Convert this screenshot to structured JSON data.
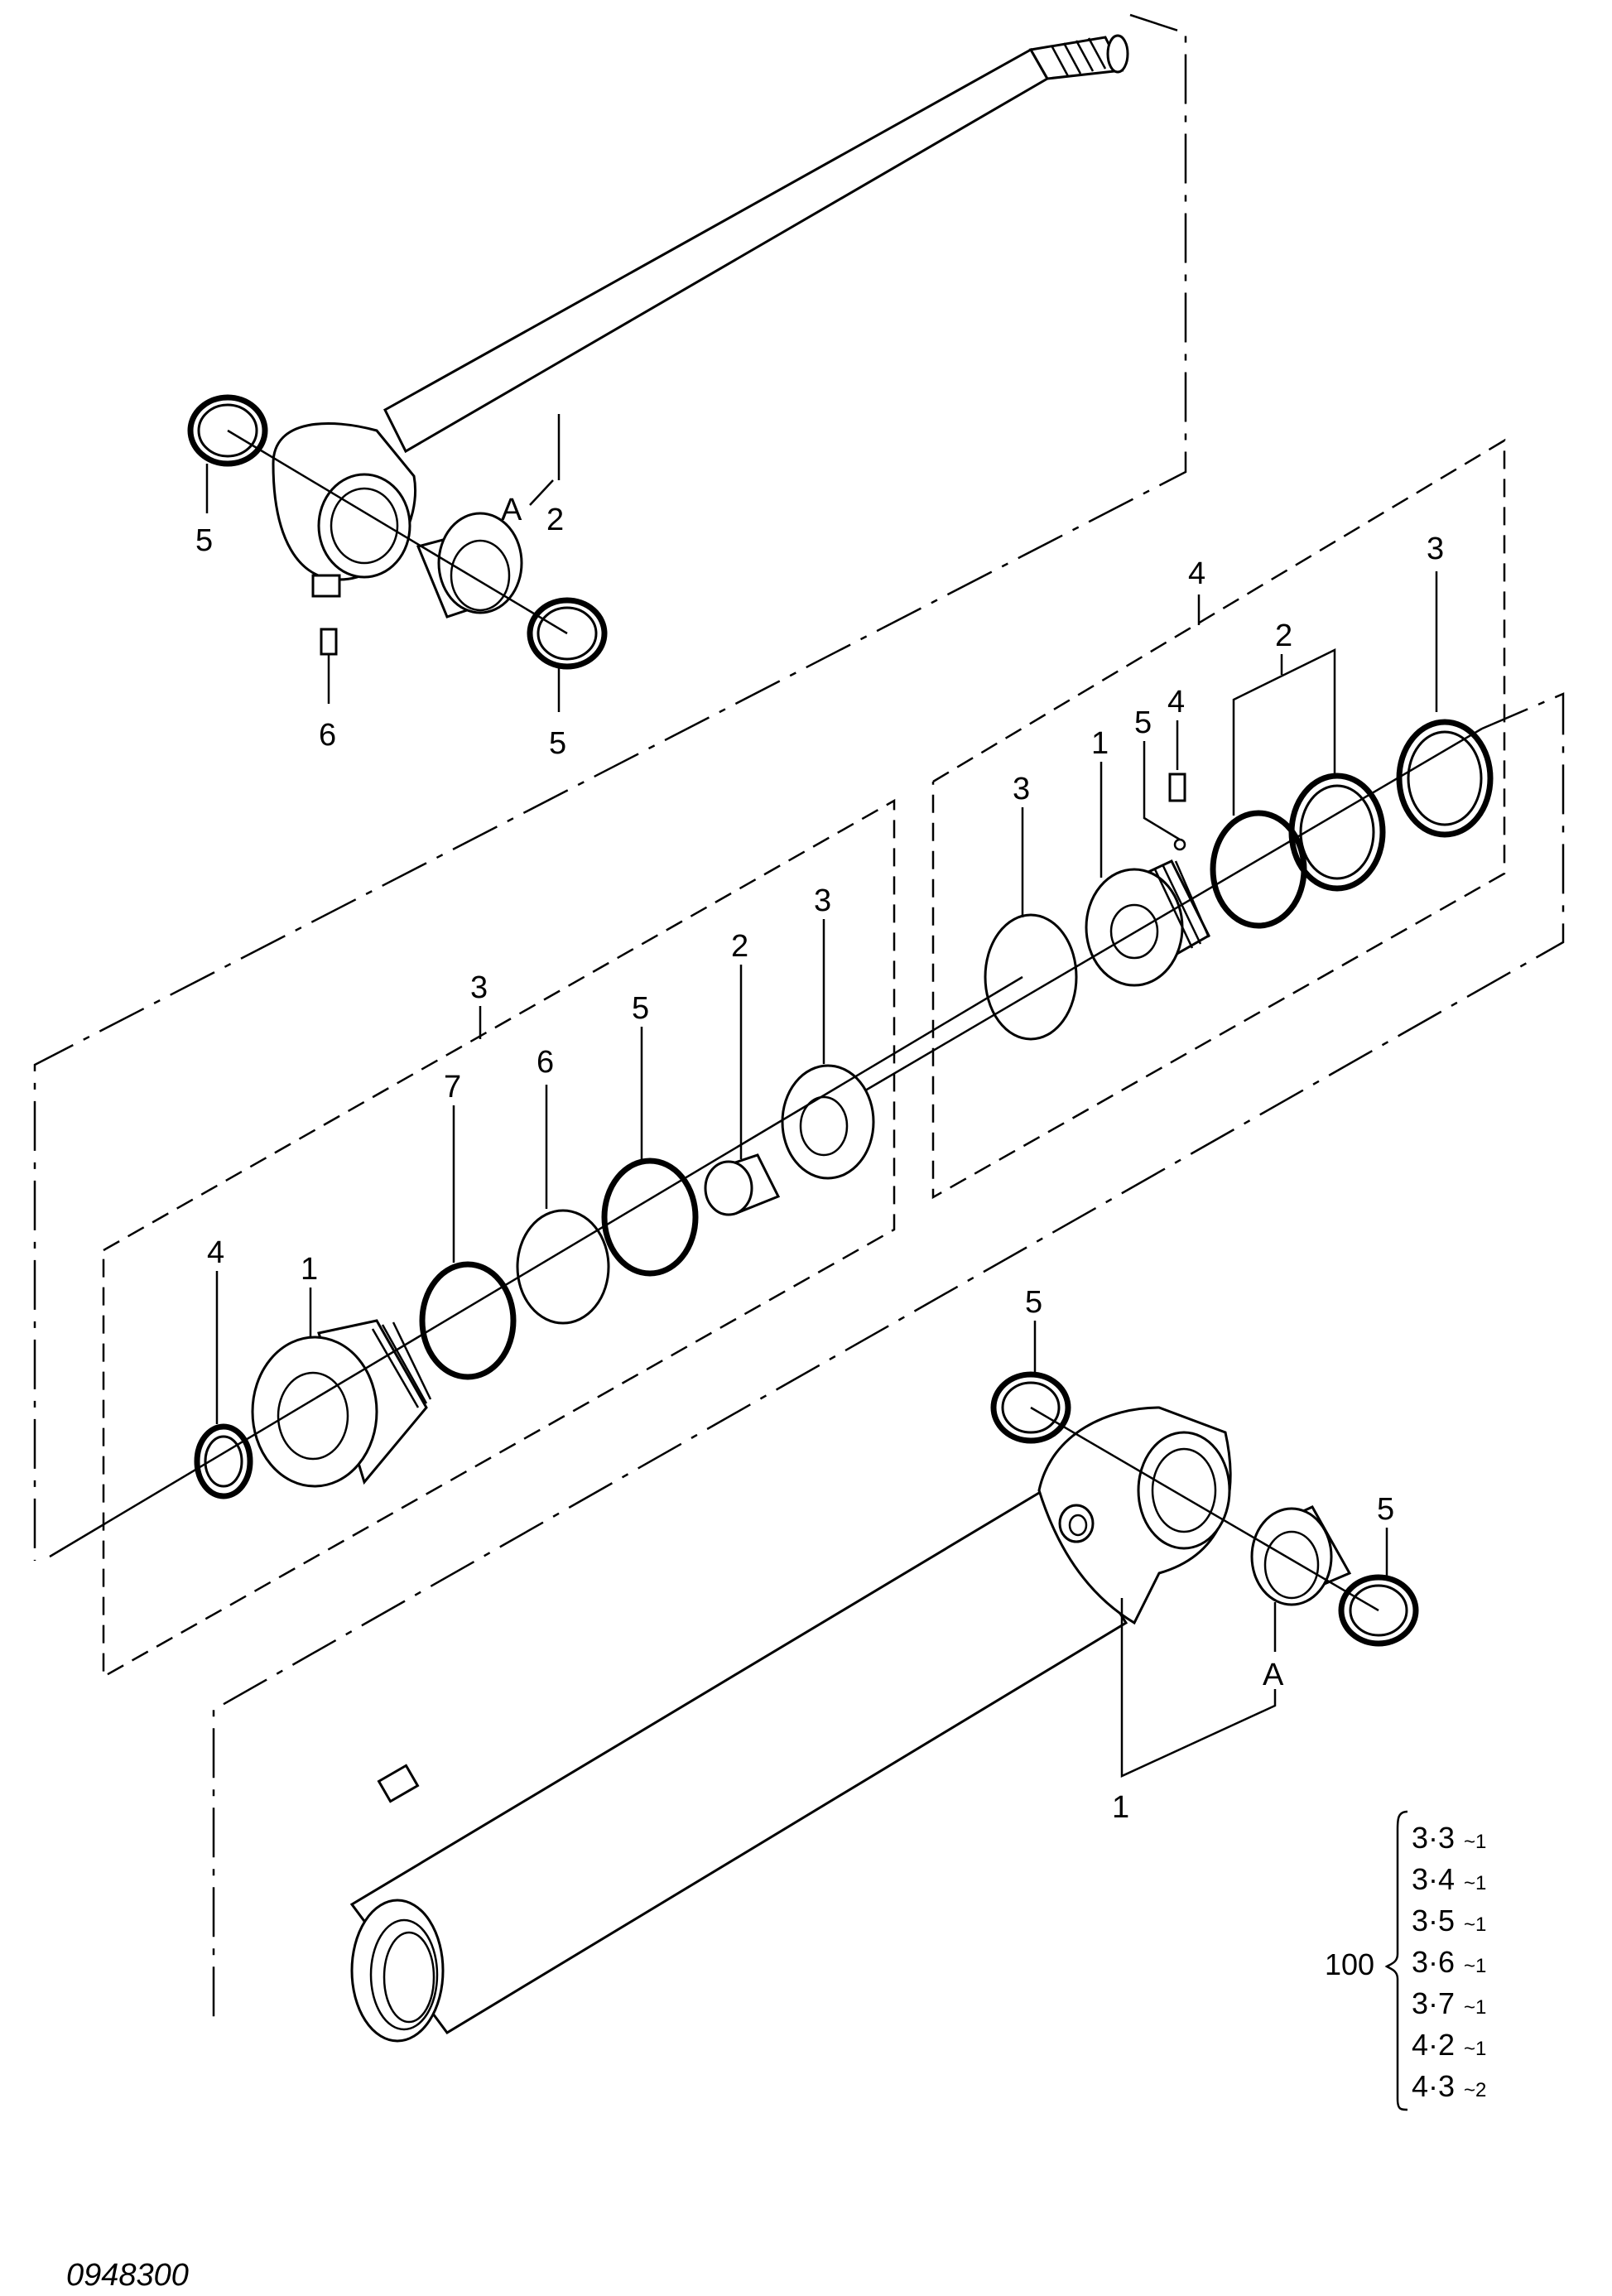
{
  "callouts": {
    "rod_seal_left": "5",
    "rod_A": "A",
    "rod_2": "2",
    "rod_grease_6": "6",
    "rod_seal_right": "5",
    "piston_group_4": "4",
    "piston_3_right": "3",
    "piston_2": "2",
    "piston_setscrew_4": "4",
    "piston_ball_5": "5",
    "piston_1": "1",
    "piston_3_left": "3",
    "head_group_3": "3",
    "head_7": "7",
    "head_6": "6",
    "head_5": "5",
    "head_2": "2",
    "head_3": "3",
    "head_1": "1",
    "head_4": "4",
    "tube_seal_top": "5",
    "tube_seal_right": "5",
    "tube_A": "A",
    "tube_1": "1"
  },
  "legend": {
    "prefix": "100",
    "rows": [
      {
        "main": "3·3",
        "sub": "~1"
      },
      {
        "main": "3·4",
        "sub": "~1"
      },
      {
        "main": "3·5",
        "sub": "~1"
      },
      {
        "main": "3·6",
        "sub": "~1"
      },
      {
        "main": "3·7",
        "sub": "~1"
      },
      {
        "main": "4·2",
        "sub": "~1"
      },
      {
        "main": "4·3",
        "sub": "~2"
      }
    ]
  },
  "drawing_number": "0948300"
}
